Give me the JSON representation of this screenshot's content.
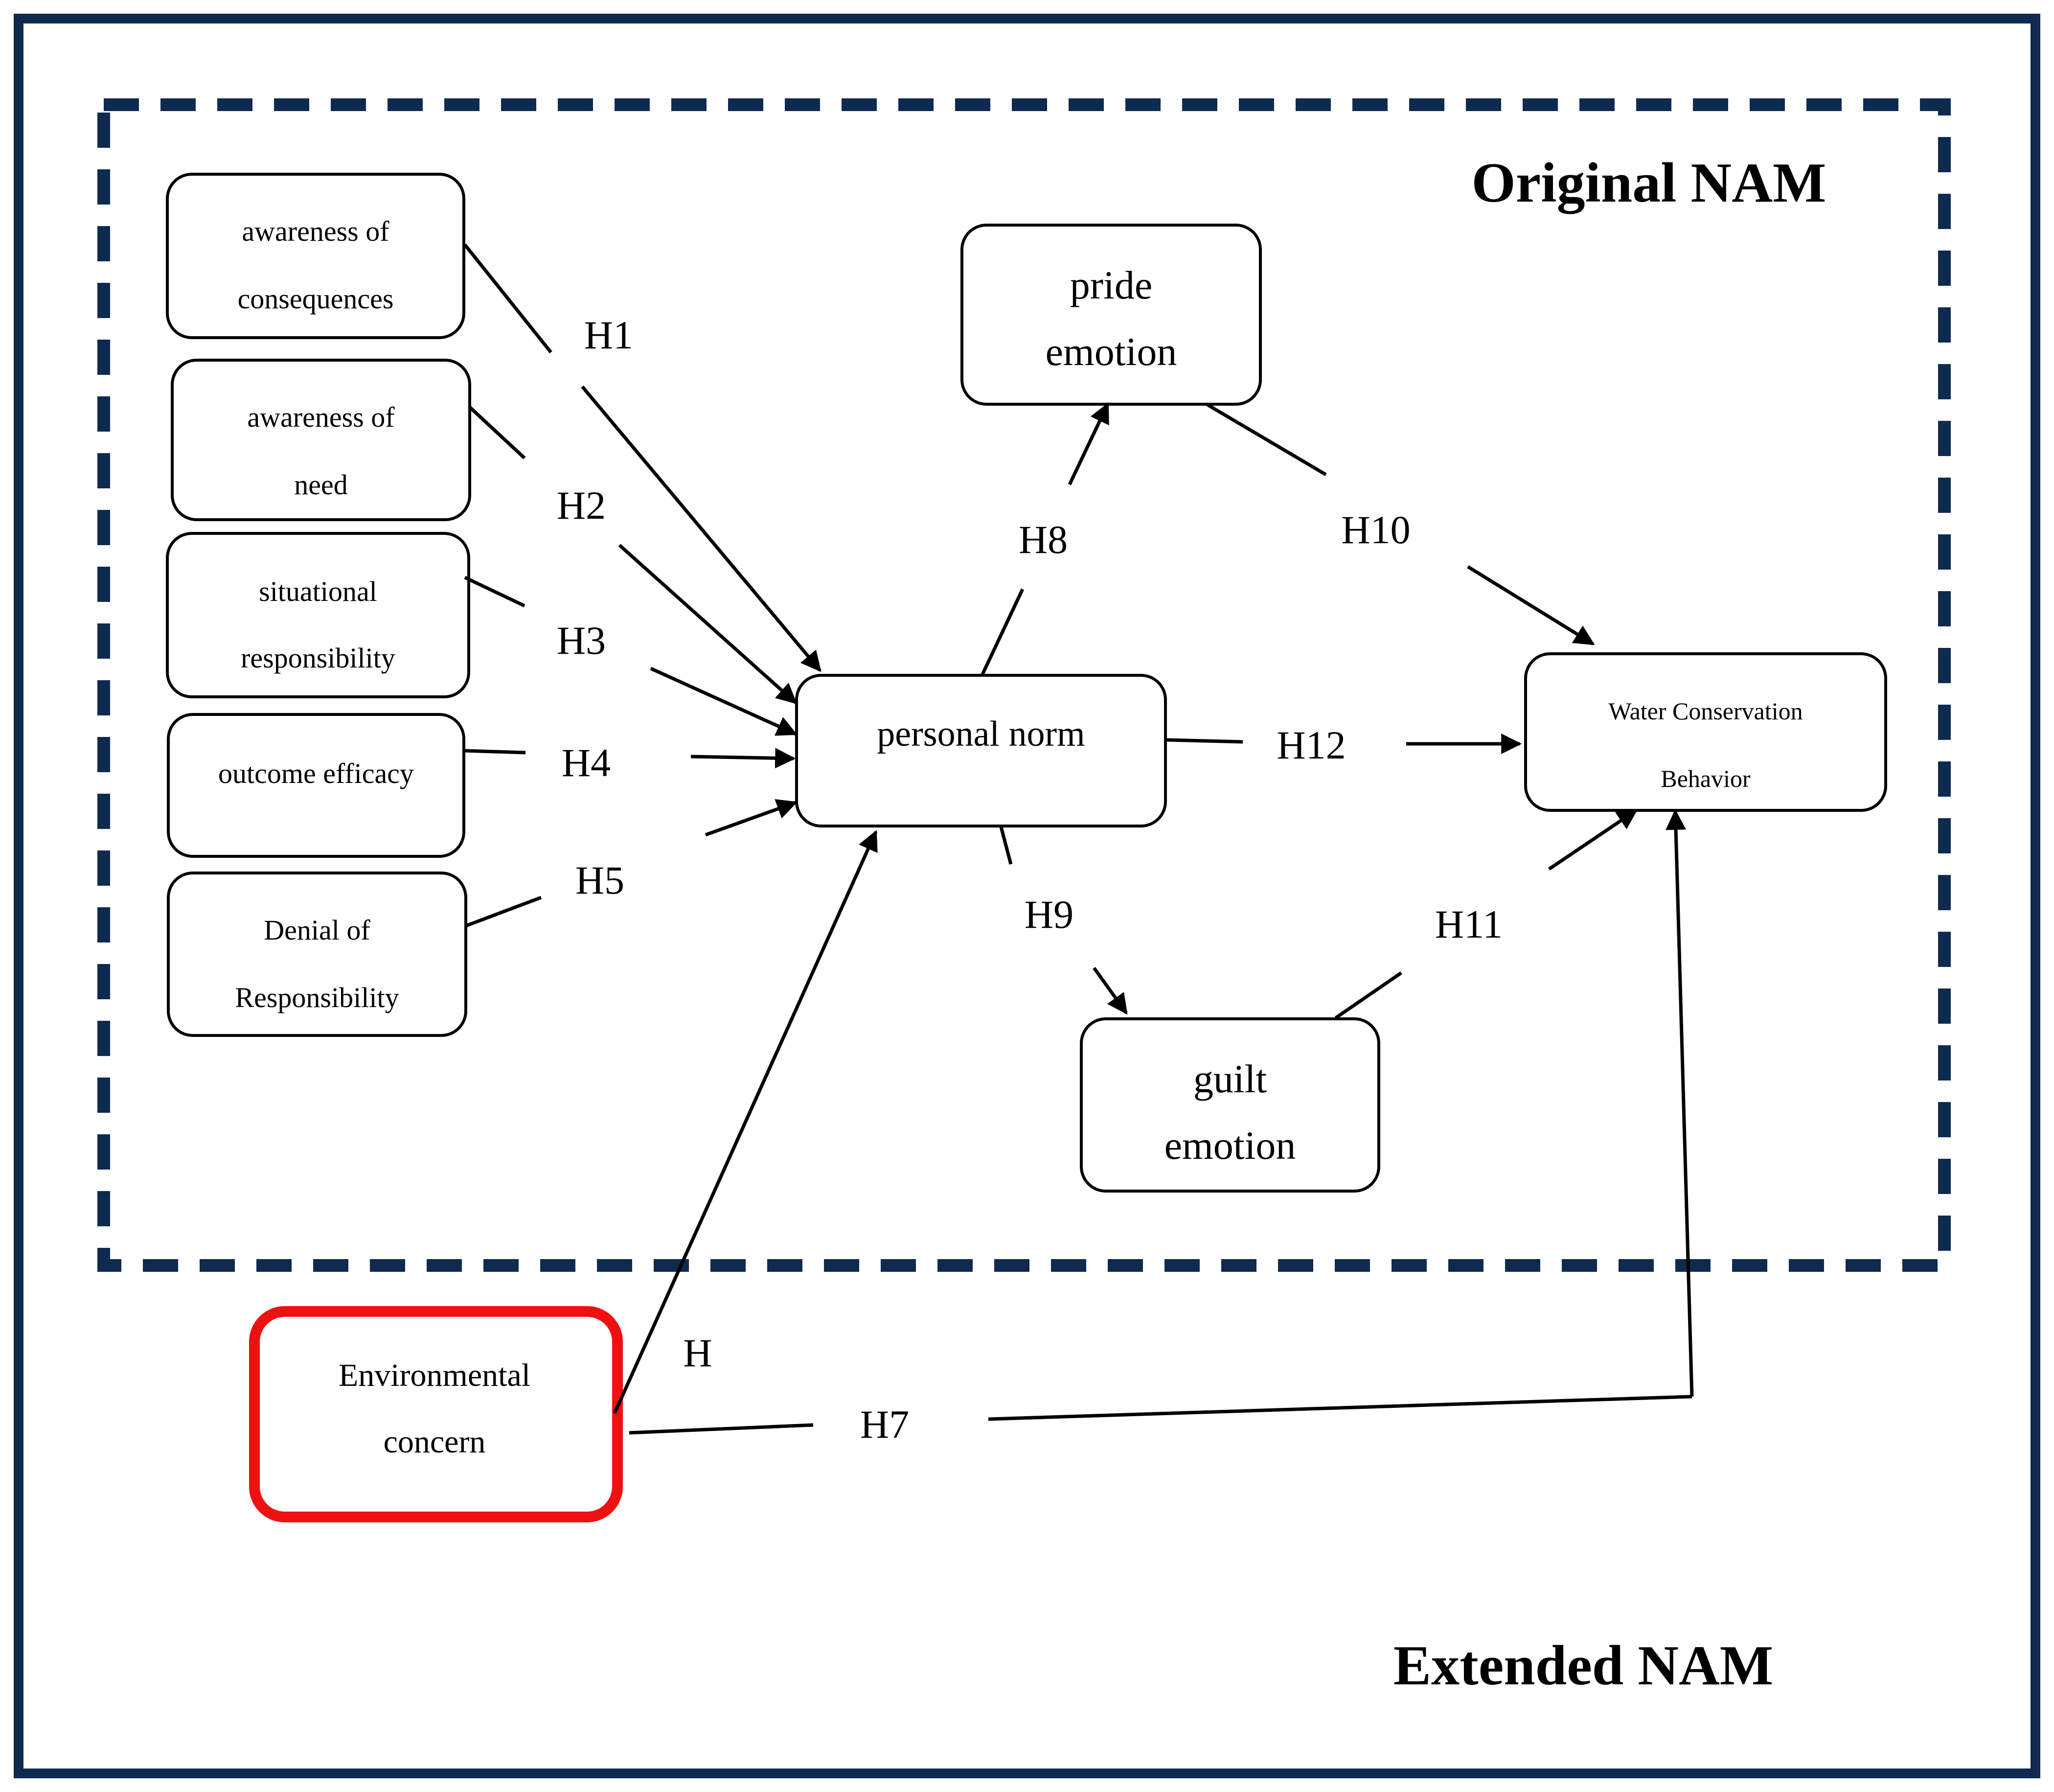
{
  "titles": {
    "original": "Original NAM",
    "extended": "Extended NAM"
  },
  "nodes": {
    "aoc": {
      "line1": "awareness of",
      "line2": "consequences"
    },
    "aon": {
      "line1": "awareness of",
      "line2": "need"
    },
    "sr": {
      "line1": "situational",
      "line2": "responsibility"
    },
    "oe": {
      "line1": "outcome efficacy"
    },
    "dor": {
      "line1": "Denial of",
      "line2": "Responsibility"
    },
    "pn": {
      "line1": "personal norm"
    },
    "pride": {
      "line1": "pride",
      "line2": "emotion"
    },
    "guilt": {
      "line1": "guilt",
      "line2": "emotion"
    },
    "wcb": {
      "line1": "Water Conservation",
      "line2": "Behavior"
    },
    "ec": {
      "line1": "Environmental",
      "line2": "concern"
    }
  },
  "hypotheses": {
    "h1": "H1",
    "h2": "H2",
    "h3": "H3",
    "h4": "H4",
    "h5": "H5",
    "h6": "H",
    "h7": "H7",
    "h8": "H8",
    "h9": "H9",
    "h10": "H10",
    "h11": "H11",
    "h12": "H12"
  },
  "colors": {
    "frame": "#0f2a4f",
    "highlight": "#ee1111",
    "ink": "#000000"
  }
}
